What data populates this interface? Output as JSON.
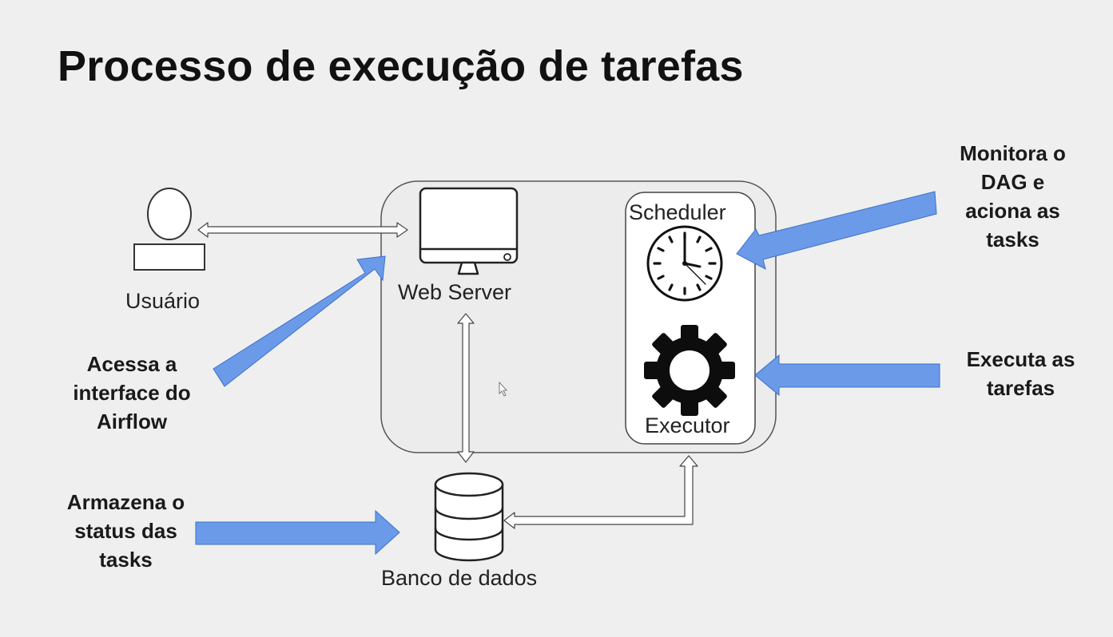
{
  "title": "Processo de execução de tarefas",
  "components": {
    "user": "Usuário",
    "web_server": "Web Server",
    "scheduler": "Scheduler",
    "executor": "Executor",
    "database": "Banco de dados"
  },
  "notes": {
    "web_server": [
      "Acessa a",
      "interface do",
      "Airflow"
    ],
    "database": [
      "Armazena o",
      "status das",
      "tasks"
    ],
    "scheduler": [
      "Monitora o",
      "DAG e",
      "aciona as",
      "tasks"
    ],
    "executor": [
      "Executa as",
      "tarefas"
    ]
  },
  "colors": {
    "callout_arrow": "#6b9be8",
    "background": "#efefef",
    "box_fill": "#ececec",
    "panel_fill": "#ffffff"
  },
  "icons": {
    "user": "person-icon",
    "web_server": "monitor-icon",
    "scheduler": "clock-icon",
    "executor": "gear-icon",
    "database": "database-icon"
  }
}
